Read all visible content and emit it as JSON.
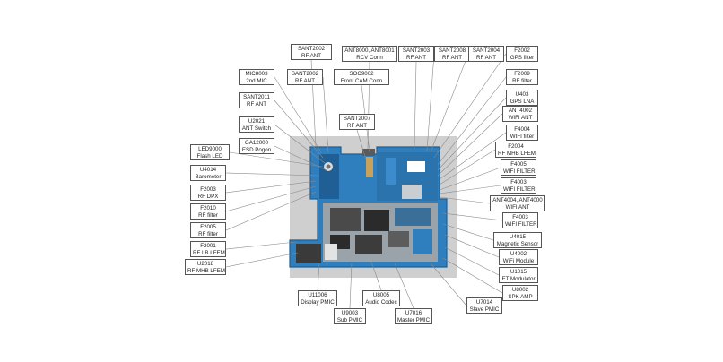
{
  "diagram": {
    "board_photo_alt": "",
    "colors": {
      "board": "#2f7fbf",
      "board_dark": "#1f5f95",
      "photo_bg": "#cfcfcf",
      "leader": "#8a8a8a",
      "chip": "#222222",
      "shield": "#9aa3aa"
    },
    "labels": [
      {
        "id": "sant2002-a",
        "lines": [
          "SANT2002",
          "RF ANT"
        ]
      },
      {
        "id": "ant8000",
        "lines": [
          "ANT8000, ANT8001",
          "RCV Conn"
        ]
      },
      {
        "id": "sant2003",
        "lines": [
          "SANT2003",
          "RF ANT"
        ]
      },
      {
        "id": "sant2008",
        "lines": [
          "SANT2008",
          "RF ANT"
        ]
      },
      {
        "id": "sant2004",
        "lines": [
          "SANT2004",
          "RF ANT"
        ]
      },
      {
        "id": "f2002",
        "lines": [
          "F2002",
          "GPS filter"
        ]
      },
      {
        "id": "mic8003",
        "lines": [
          "MIC8003",
          "2nd MIC"
        ]
      },
      {
        "id": "sant2002-b",
        "lines": [
          "SANT2002",
          "RF ANT"
        ]
      },
      {
        "id": "soc9002",
        "lines": [
          "SOC9002",
          "Front CAM Conn"
        ]
      },
      {
        "id": "f2009",
        "lines": [
          "F2009",
          "RF filter"
        ]
      },
      {
        "id": "sant2011",
        "lines": [
          "SANT2011",
          "RF ANT"
        ]
      },
      {
        "id": "u403",
        "lines": [
          "U403",
          "GPS LNA"
        ]
      },
      {
        "id": "ant4002",
        "lines": [
          "ANT4002",
          "WIFI ANT"
        ]
      },
      {
        "id": "u2021",
        "lines": [
          "U2021",
          "ANT Switch"
        ]
      },
      {
        "id": "sant2007",
        "lines": [
          "SANT2007",
          "RF ANT"
        ]
      },
      {
        "id": "f4004",
        "lines": [
          "F4004",
          "WIFI filter"
        ]
      },
      {
        "id": "ga12000",
        "lines": [
          "GA12000",
          "ESD Pogon"
        ]
      },
      {
        "id": "led9000",
        "lines": [
          "LED9000",
          "Flash LED"
        ]
      },
      {
        "id": "f2004",
        "lines": [
          "F2004",
          "RF MHB LFEM"
        ]
      },
      {
        "id": "f4005",
        "lines": [
          "F4005",
          "WIFI FILTER"
        ]
      },
      {
        "id": "u4014",
        "lines": [
          "U4014",
          "Barometer"
        ]
      },
      {
        "id": "f4003-a",
        "lines": [
          "F4003",
          "WIFI FILTER"
        ]
      },
      {
        "id": "f2003",
        "lines": [
          "F2003",
          "RF DPX"
        ]
      },
      {
        "id": "ant4004",
        "lines": [
          "ANT4004, ANT4000",
          "WIFI ANT"
        ]
      },
      {
        "id": "f2010",
        "lines": [
          "F2010",
          "RF filter"
        ]
      },
      {
        "id": "f4003-b",
        "lines": [
          "F4003",
          "WIFI FILTER"
        ]
      },
      {
        "id": "f2005",
        "lines": [
          "F2005",
          "RF filter"
        ]
      },
      {
        "id": "u4015",
        "lines": [
          "U4015",
          "Magnetic Sensor"
        ]
      },
      {
        "id": "f2001",
        "lines": [
          "F2001",
          "RF LB LFEM"
        ]
      },
      {
        "id": "u4002",
        "lines": [
          "U4002",
          "WiFi Module"
        ]
      },
      {
        "id": "u2018",
        "lines": [
          "U2018",
          "RF MHB LFEM"
        ]
      },
      {
        "id": "u1015",
        "lines": [
          "U1015",
          "ET Modulator"
        ]
      },
      {
        "id": "u8002",
        "lines": [
          "U8002",
          "SPK AMP"
        ]
      },
      {
        "id": "u11006",
        "lines": [
          "U11006",
          "Display PMIC"
        ]
      },
      {
        "id": "u8005",
        "lines": [
          "U8005",
          "Audio Codec"
        ]
      },
      {
        "id": "u7014",
        "lines": [
          "U7014",
          "Slave PMIC"
        ]
      },
      {
        "id": "u9003",
        "lines": [
          "U9003",
          "Sub PMIC"
        ]
      },
      {
        "id": "u7016",
        "lines": [
          "U7016",
          "Master PMIC"
        ]
      }
    ]
  }
}
